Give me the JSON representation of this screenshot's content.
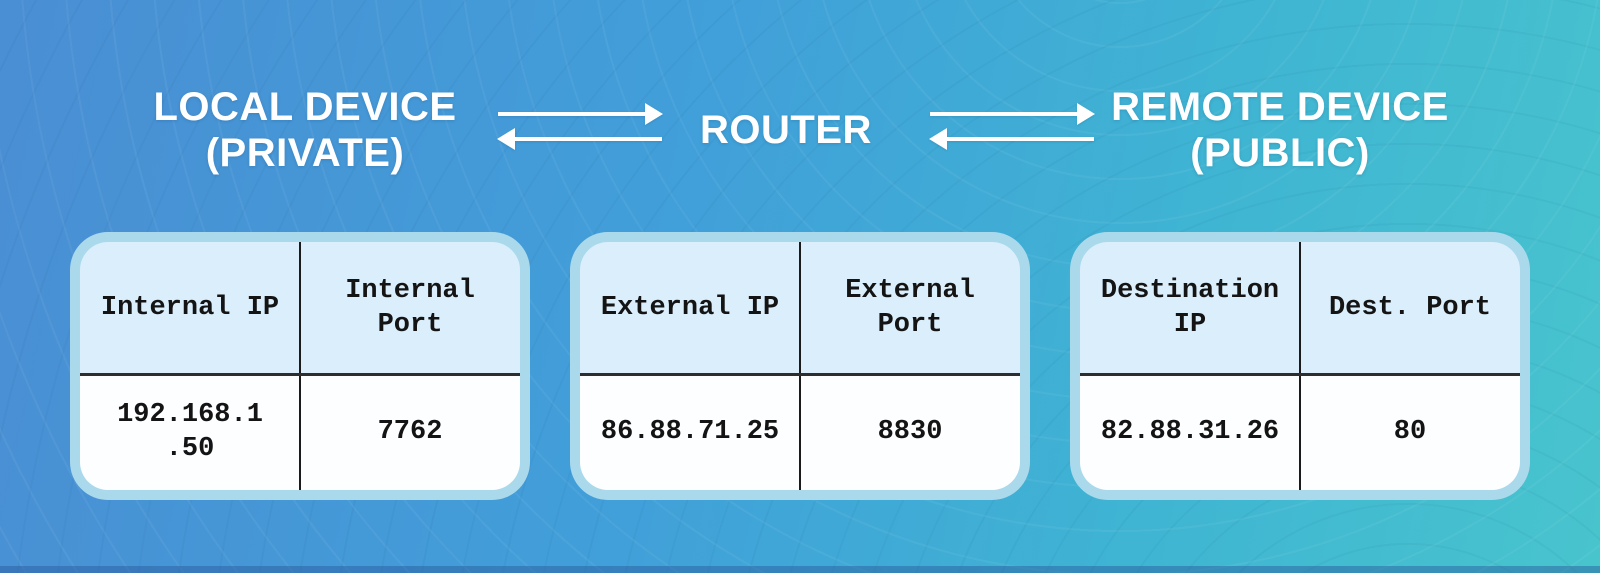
{
  "diagram": {
    "title": "NAT port translation diagram",
    "nodes": [
      {
        "title": "LOCAL DEVICE\n(PRIVATE)",
        "table": {
          "headers": [
            "Internal IP",
            "Internal\nPort"
          ],
          "values": [
            "192.168.1\n.50",
            "7762"
          ]
        }
      },
      {
        "title": "ROUTER",
        "table": {
          "headers": [
            "External IP",
            "External\nPort"
          ],
          "values": [
            "86.88.71.25",
            "8830"
          ]
        }
      },
      {
        "title": "REMOTE DEVICE\n(PUBLIC)",
        "table": {
          "headers": [
            "Destination\nIP",
            "Dest. Port"
          ],
          "values": [
            "82.88.31.26",
            "80"
          ]
        }
      }
    ],
    "colors": {
      "background_blue": "#4a8ed3",
      "background_teal": "#48c4cd",
      "table_frame": "#abd9ec",
      "table_header_bg": "#dbeefb",
      "table_body_bg": "#fdfeff",
      "divider_line": "#1b1b1b",
      "title_text": "#ffffff",
      "table_text": "#141414"
    }
  }
}
